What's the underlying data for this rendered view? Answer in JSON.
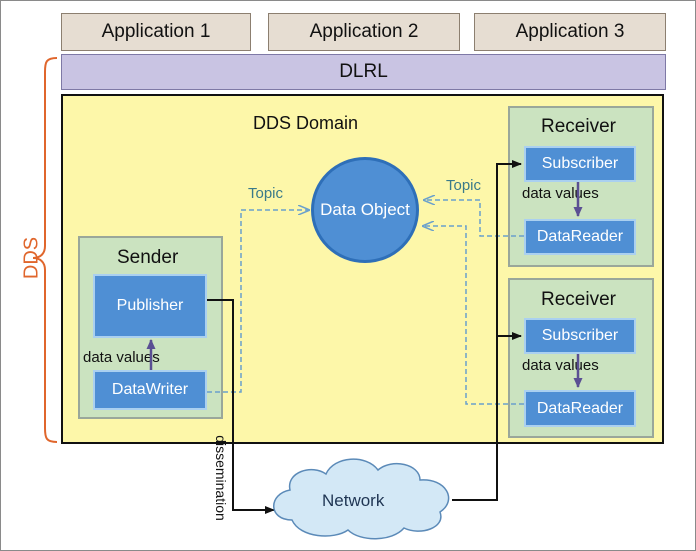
{
  "applications": [
    "Application 1",
    "Application 2",
    "Application 3"
  ],
  "layers": {
    "dlrl": "DLRL",
    "dds": "DDS"
  },
  "domain": {
    "title": "DDS Domain"
  },
  "sender": {
    "title": "Sender",
    "publisher": "Publisher",
    "datawriter": "DataWriter",
    "data_values": "data values"
  },
  "data_object": "Data Object",
  "receivers": [
    {
      "title": "Receiver",
      "subscriber": "Subscriber",
      "datareader": "DataReader",
      "data_values": "data values"
    },
    {
      "title": "Receiver",
      "subscriber": "Subscriber",
      "datareader": "DataReader",
      "data_values": "data values"
    }
  ],
  "topic_labels": [
    "Topic",
    "Topic"
  ],
  "network": "Network",
  "dissemination": "dissemination",
  "colors": {
    "dds_brace": "#e0662c",
    "blue_box": "#4f8fd4",
    "green_box": "#cbe3c0",
    "domain_fill": "#fdf7a9",
    "dashed_line": "#6aa0cc"
  }
}
